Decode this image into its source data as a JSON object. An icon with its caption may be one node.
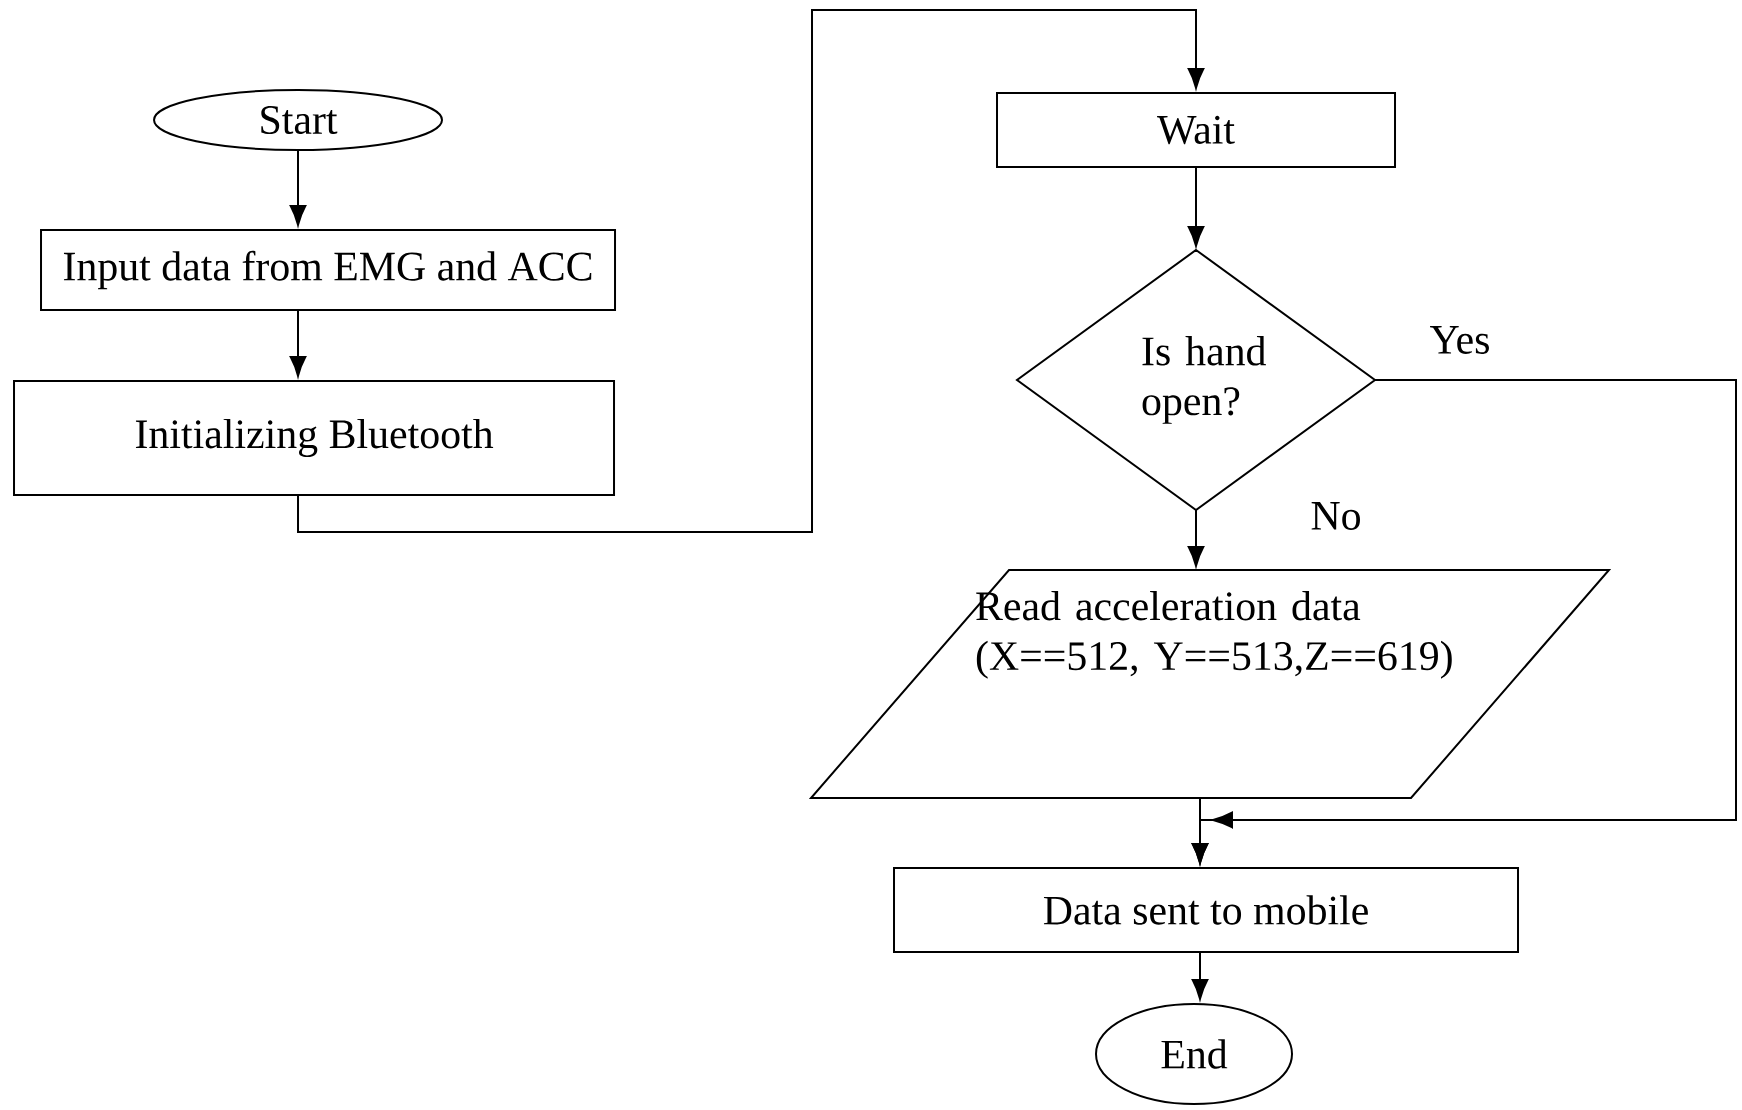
{
  "diagram": {
    "nodes": [
      {
        "text": [
          "Start"
        ]
      },
      {
        "text": [
          "Input data from EMG and ACC"
        ]
      },
      {
        "text": [
          "Initializing Bluetooth"
        ]
      },
      {
        "text": [
          "Wait"
        ]
      },
      {
        "text": [
          "Is hand open?"
        ]
      },
      {
        "text": [
          "Read acceleration data (X==512, Y==513,Z==619)"
        ]
      },
      {
        "text": [
          "Data sent to mobile"
        ]
      },
      {
        "text": [
          "End"
        ]
      }
    ],
    "edges": [
      {
        "from": 0,
        "to": 1,
        "arrow": "to"
      },
      {
        "from": 1,
        "to": 2,
        "arrow": "to"
      },
      {
        "from": 2,
        "to": 3,
        "arrow": "to"
      },
      {
        "from": 3,
        "to": 4,
        "arrow": "to"
      },
      {
        "from": 4,
        "to": 5,
        "arrow": "to",
        "label": "No"
      },
      {
        "from": 4,
        "to": 6,
        "arrow": "to",
        "label": "Yes"
      },
      {
        "from": 5,
        "to": 6,
        "arrow": "to"
      },
      {
        "from": 6,
        "to": 7,
        "arrow": "to"
      }
    ]
  }
}
